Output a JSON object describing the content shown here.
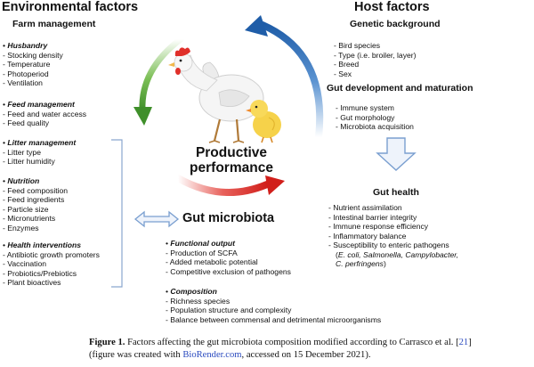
{
  "env": {
    "title": "Environmental factors",
    "subtitle": "Farm management",
    "groups": [
      {
        "title": "Husbandry",
        "items": [
          "Stocking density",
          "Temperature",
          "Photoperiod",
          "Ventilation"
        ]
      },
      {
        "title": "Feed management",
        "items": [
          "Feed and water access",
          "Feed quality"
        ]
      },
      {
        "title": "Litter management",
        "items": [
          "Litter type",
          "Litter humidity"
        ]
      },
      {
        "title": "Nutrition",
        "items": [
          "Feed composition",
          "Feed ingredients",
          "Particle size",
          "Micronutrients",
          "Enzymes"
        ]
      },
      {
        "title": "Health interventions",
        "items": [
          "Antibiotic growth promoters",
          "Vaccination",
          "Probiotics/Prebiotics",
          "Plant bioactives"
        ]
      }
    ]
  },
  "host": {
    "title": "Host factors",
    "genetic_title": "Genetic background",
    "genetic_items": [
      "Bird species",
      "Type (i.e. broiler, layer)",
      "Breed",
      "Sex"
    ],
    "gut_dev_title": "Gut development and maturation",
    "gut_dev_items": [
      "Immune system",
      "Gut morphology",
      "Microbiota acquisition"
    ],
    "gut_health_title": "Gut health",
    "gut_health_items": [
      "Nutrient assimilation",
      "Intestinal barrier integrity",
      "Immune response efficiency",
      "Inflammatory balance",
      "Susceptibility to enteric pathogens"
    ],
    "pathogens_line1_open": "(",
    "pathogens_line1": "E. coli, Salmonella, Campylobacter,",
    "pathogens_line2": "C. perfringens",
    "pathogens_line2_close": ")"
  },
  "center": {
    "productive_line1": "Productive",
    "productive_line2": "performance",
    "gut_microbiota": "Gut microbiota"
  },
  "microbiota": {
    "functional_title": "Functional output",
    "functional_items": [
      "Production of SCFA",
      "Added metabolic potential",
      "Competitive exclusion of pathogens"
    ],
    "composition_title": "Composition",
    "composition_items": [
      "Richness species",
      "Population structure and complexity",
      "Balance between commensal and detrimental microorganisms"
    ]
  },
  "caption": {
    "label": "Figure 1.",
    "text1": " Factors affecting the gut microbiota composition modified according to Carrasco et al. [",
    "ref": "21",
    "text1_end": "]",
    "text2_start": "(figure was created with ",
    "link": "BioRender.com",
    "text2_end": ", accessed on 15 December 2021)."
  },
  "colors": {
    "green_arrow": "#5a9e3a",
    "blue_arrow": "#2e6fb6",
    "red_arrow": "#d9231f",
    "outline_arrow": "#7a9fd0",
    "bracket": "#8aa6cf"
  }
}
